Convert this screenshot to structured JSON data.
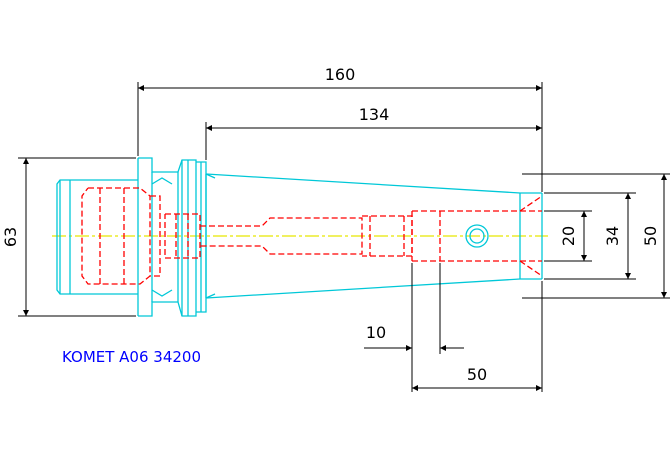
{
  "colors": {
    "outline": "#00c8d8",
    "hidden": "#ff0000",
    "centerline": "#e6e600",
    "dimension": "#000000",
    "label": "#0000ff",
    "background": "#ffffff"
  },
  "dimensions": {
    "overall_length": "160",
    "taper_length": "134",
    "flange_diameter": "63",
    "bore_small": "20",
    "bore_medium": "34",
    "shank_diameter": "50",
    "depth_10": "10",
    "depth_50": "50"
  },
  "part_label": "KOMET A06 34200"
}
